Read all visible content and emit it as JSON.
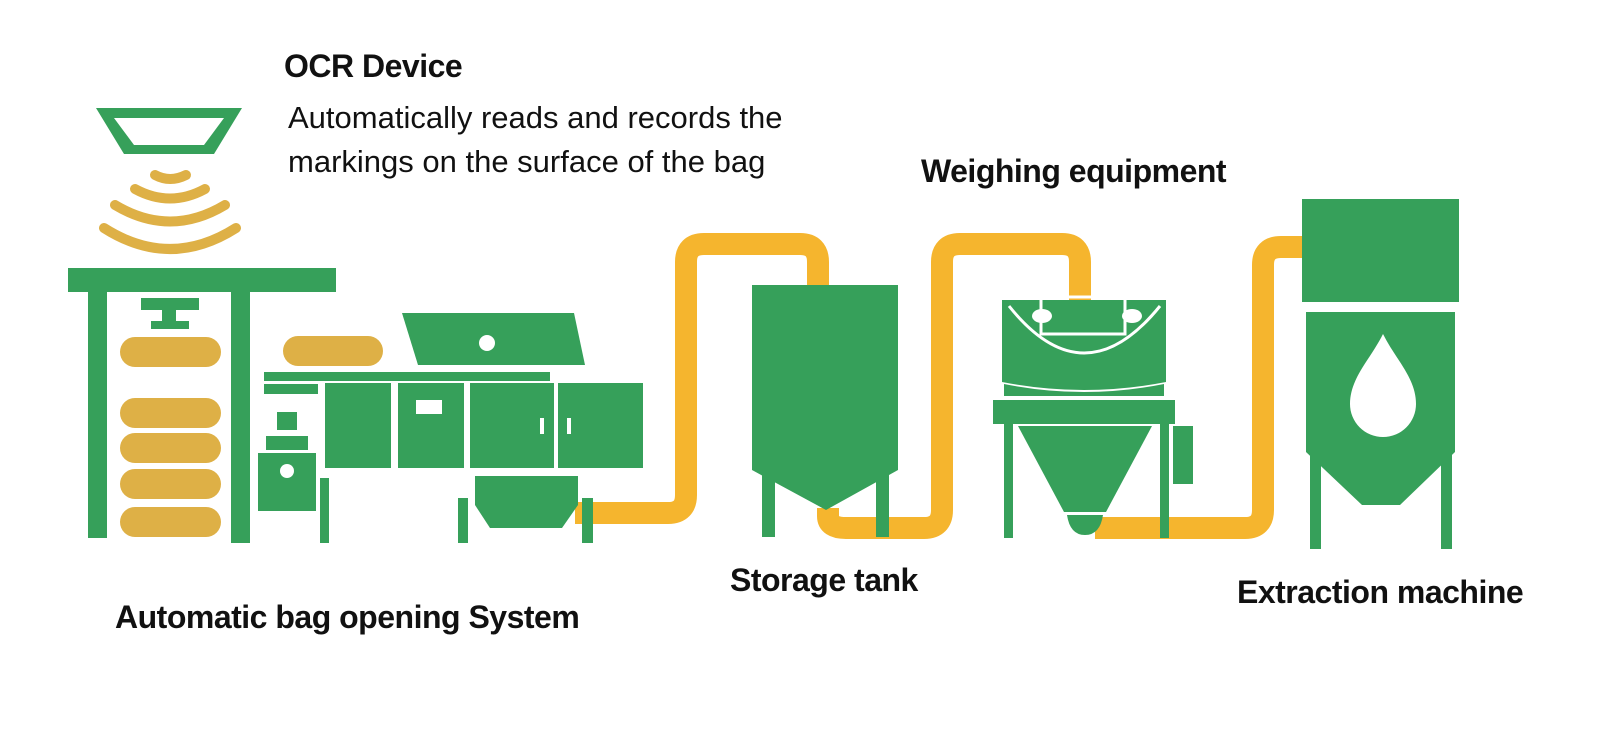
{
  "ocr": {
    "title": "OCR Device",
    "description": "Automatically reads and records the markings on the surface of the bag"
  },
  "stages": {
    "bag_opening": "Automatic bag opening System",
    "storage_tank": "Storage tank",
    "weighing": "Weighing equipment",
    "extraction": "Extraction machine"
  },
  "colors": {
    "machine_green": "#36a05a",
    "pipe_yellow": "#f5b52e",
    "bag_gold": "#deb046",
    "text": "#111111"
  },
  "icons": [
    "ocr-scanner-icon",
    "scan-wave-icon",
    "bag-icon",
    "drop-icon"
  ]
}
